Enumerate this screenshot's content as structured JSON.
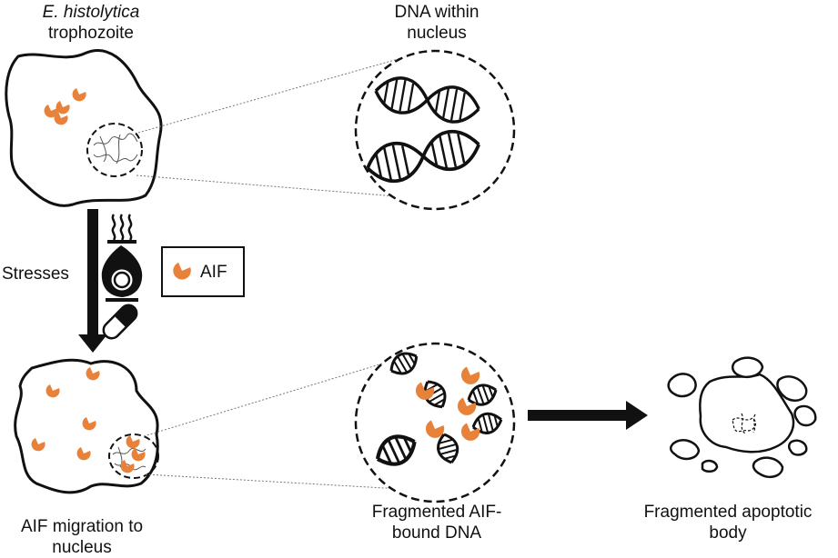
{
  "labels": {
    "organism_italic": "E. histolytica",
    "organism_rest": "trophozoite",
    "dna_line1": "DNA within",
    "dna_line2": "nucleus",
    "stresses": "Stresses",
    "legend_aif": "AIF",
    "migration_line1": "AIF migration to",
    "migration_line2": "nucleus",
    "fragmented_line1": "Fragmented AIF-",
    "fragmented_line2": "bound DNA",
    "apoptotic_line1": "Fragmented apoptotic",
    "apoptotic_line2": "body"
  },
  "colors": {
    "aif": "#e8823a",
    "line": "#111111",
    "background": "#ffffff"
  },
  "icons": [
    "heat-icon",
    "flame-oxidizer-icon",
    "drug-capsule-icon",
    "aif-protein-icon"
  ]
}
